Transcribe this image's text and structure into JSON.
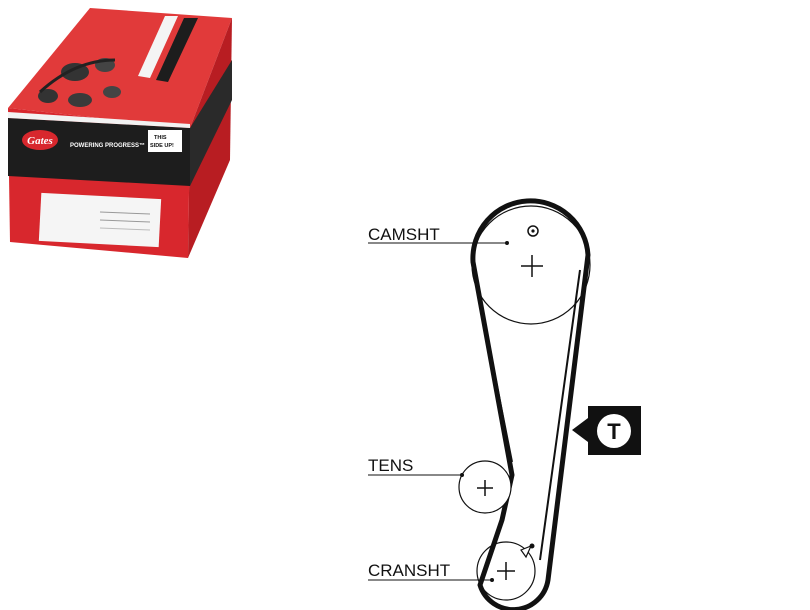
{
  "product_box": {
    "brand": "Gates",
    "tagline": "POWERING PROGRESS™",
    "side_label_line1": "THIS",
    "side_label_line2": "SIDE UP!"
  },
  "diagram": {
    "labels": {
      "camshaft": "CAMSHT",
      "tensioner": "TENS",
      "crankshaft": "CRANSHT"
    },
    "tensioner_badge": "T"
  },
  "colors": {
    "box_red": "#d7262c",
    "box_dark": "#1d1d1d",
    "belt": "#111111"
  }
}
